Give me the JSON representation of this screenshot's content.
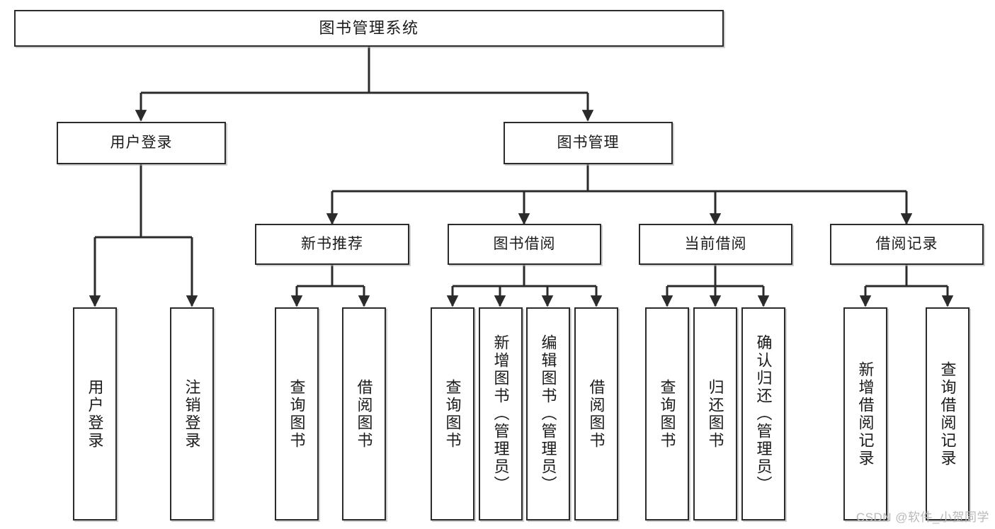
{
  "diagram": {
    "type": "tree",
    "title": "图书管理系统",
    "watermark": "CSDN @软件_小贺同学",
    "colors": {
      "border": "#2b2b2b",
      "background": "#ffffff",
      "text": "#1b1b1b",
      "edge": "#2b2b2b",
      "watermark": "#b9b9b9"
    },
    "nodes": {
      "root": {
        "label": "图书管理系统"
      },
      "level1": [
        {
          "id": "user_login",
          "label": "用户登录"
        },
        {
          "id": "book_manage",
          "label": "图书管理"
        }
      ],
      "level2": [
        {
          "id": "new_book_rec",
          "label": "新书推荐"
        },
        {
          "id": "book_borrow",
          "label": "图书借阅"
        },
        {
          "id": "current_borrow",
          "label": "当前借阅"
        },
        {
          "id": "borrow_record",
          "label": "借阅记录"
        }
      ],
      "leaves": [
        {
          "id": "leaf_user_login",
          "label": "用户登录",
          "parent": "用户登录"
        },
        {
          "id": "leaf_user_logout",
          "label": "注销登录",
          "parent": "用户登录"
        },
        {
          "id": "leaf_query_book_1",
          "label": "查询图书",
          "parent": "新书推荐"
        },
        {
          "id": "leaf_borrow_book_1",
          "label": "借阅图书",
          "parent": "新书推荐"
        },
        {
          "id": "leaf_query_book_2",
          "label": "查询图书",
          "parent": "图书借阅"
        },
        {
          "id": "leaf_add_book",
          "label": "新增图书（管理员）",
          "parent": "图书借阅"
        },
        {
          "id": "leaf_edit_book",
          "label": "编辑图书（管理员）",
          "parent": "图书借阅"
        },
        {
          "id": "leaf_borrow_book_2",
          "label": "借阅图书",
          "parent": "图书借阅"
        },
        {
          "id": "leaf_query_book_3",
          "label": "查询图书",
          "parent": "当前借阅"
        },
        {
          "id": "leaf_return_book",
          "label": "归还图书",
          "parent": "当前借阅"
        },
        {
          "id": "leaf_confirm_return",
          "label": "确认归还（管理员）",
          "parent": "当前借阅"
        },
        {
          "id": "leaf_add_record",
          "label": "新增借阅记录",
          "parent": "借阅记录"
        },
        {
          "id": "leaf_query_record",
          "label": "查询借阅记录",
          "parent": "借阅记录"
        }
      ]
    }
  }
}
